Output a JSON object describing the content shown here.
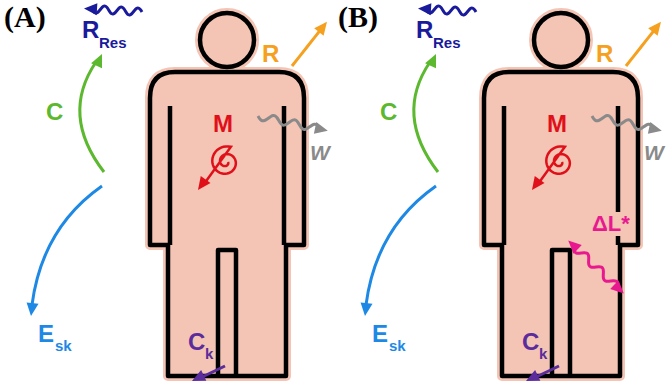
{
  "diagram": {
    "labels": [
      "(A)",
      "R",
      "Res",
      "R",
      "C",
      "M",
      "W",
      "E",
      "sk",
      "C",
      "k",
      "(B)",
      "R",
      "Res",
      "R",
      "C",
      "M",
      "W",
      "E",
      "sk",
      "C",
      "k",
      "ΔL*"
    ]
  }
}
